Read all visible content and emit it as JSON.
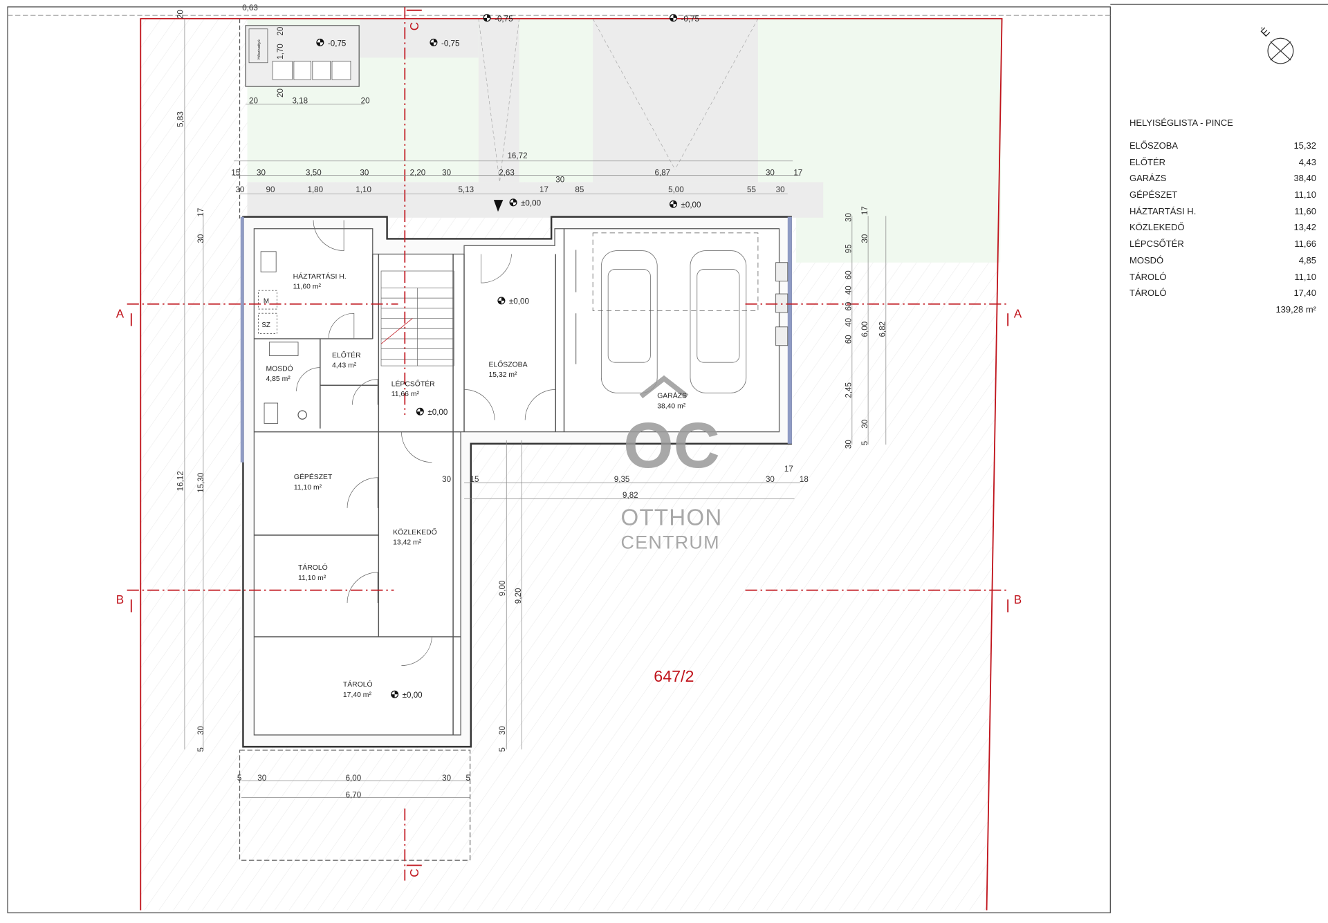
{
  "room_list": {
    "title": "HELYISÉGLISTA - PINCE",
    "rooms": [
      {
        "name": "ELŐSZOBA",
        "area": "15,32"
      },
      {
        "name": "ELŐTÉR",
        "area": "4,43"
      },
      {
        "name": "GARÁZS",
        "area": "38,40"
      },
      {
        "name": "GÉPÉSZET",
        "area": "11,10"
      },
      {
        "name": "HÁZTARTÁSI H.",
        "area": "11,60"
      },
      {
        "name": "KÖZLEKEDŐ",
        "area": "13,42"
      },
      {
        "name": "LÉPCSŐTÉR",
        "area": "11,66"
      },
      {
        "name": "MOSDÓ",
        "area": "4,85"
      },
      {
        "name": "TÁROLÓ",
        "area": "11,10"
      },
      {
        "name": "TÁROLÓ",
        "area": "17,40"
      }
    ],
    "total": "139,28 m²"
  },
  "plan_rooms": [
    {
      "name": "HÁZTARTÁSI H.",
      "area": "11,60 m²"
    },
    {
      "name": "ELŐTÉR",
      "area": "4,43 m²"
    },
    {
      "name": "MOSDÓ",
      "area": "4,85 m²"
    },
    {
      "name": "LÉPCSŐTÉR",
      "area": "11,66 m²"
    },
    {
      "name": "ELŐSZOBA",
      "area": "15,32 m²"
    },
    {
      "name": "GARÁZS",
      "area": "38,40 m²"
    },
    {
      "name": "GÉPÉSZET",
      "area": "11,10 m²"
    },
    {
      "name": "KÖZLEKEDŐ",
      "area": "13,42 m²"
    },
    {
      "name": "TÁROLÓ",
      "area": "11,10 m²"
    },
    {
      "name": "TÁROLÓ",
      "area": "17,40 m²"
    }
  ],
  "fixture_labels": [
    "M",
    "SZ",
    "Hőszivattyú"
  ],
  "levels": [
    "-0,75",
    "-0,75",
    "-0,75",
    "-0,75",
    "±0,00",
    "±0,00",
    "±0,00",
    "±0,00",
    "±0,00"
  ],
  "dimensions": [
    "15",
    "30",
    "3,50",
    "30",
    "2,20",
    "30",
    "2,63",
    "6,87",
    "30",
    "17",
    "16,72",
    "30",
    "90",
    "1,80",
    "1,10",
    "5,13",
    "17",
    "30",
    "85",
    "5,00",
    "55",
    "30",
    "0,63",
    "20",
    "20",
    "1,70",
    "20",
    "20",
    "3,18",
    "20",
    "5,83",
    "17",
    "30",
    "16,12",
    "15,30",
    "30",
    "5",
    "30",
    "17",
    "30",
    "95",
    "60",
    "40",
    "60",
    "40",
    "60",
    "6,00",
    "6,82",
    "2,45",
    "30",
    "30",
    "5",
    "30",
    "15",
    "9,35",
    "30",
    "17",
    "18",
    "9,82",
    "9,00",
    "9,20",
    "30",
    "5",
    "5",
    "30",
    "6,00",
    "30",
    "5",
    "6,70"
  ],
  "section_markers": [
    "A",
    "A",
    "B",
    "B",
    "C",
    "C"
  ],
  "lot_number": "647/2",
  "north_label": "É",
  "watermark": {
    "logo": "OC",
    "line1": "OTTHON",
    "line2": "CENTRUM"
  },
  "colors": {
    "section_line": "#c0141c",
    "garden": "#f0f9ef",
    "paving": "#efefef",
    "insulation": "#8f9bc4",
    "watermark": "#9a9a9a"
  }
}
